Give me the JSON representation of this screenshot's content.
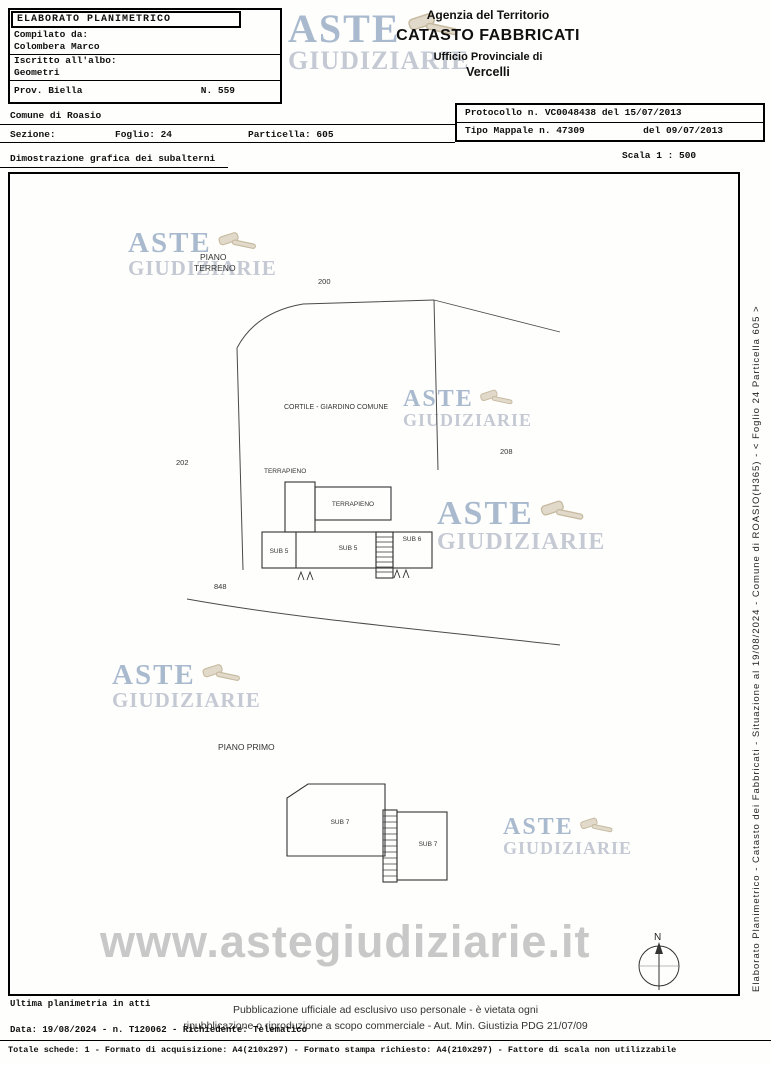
{
  "header": {
    "left_box": {
      "title": "ELABORATO PLANIMETRICO",
      "compilato_label": "Compilato da:",
      "compilato_value": "Colombera Marco",
      "iscritto_label": "Iscritto all'albo:",
      "iscritto_value": "Geometri",
      "prov": "Prov. Biella",
      "numero": "N. 559"
    },
    "agency": {
      "line1": "Agenzia del Territorio",
      "line2": "CATASTO FABBRICATI",
      "line3": "Ufficio Provinciale di",
      "line4": "Vercelli"
    },
    "protocol": {
      "row1": "Protocollo n. VC0048438 del 15/07/2013",
      "row2_left": "Tipo Mappale n. 47309",
      "row2_right": "del 09/07/2013"
    },
    "location": {
      "comune": "Comune di Roasio",
      "sezione": "Sezione:",
      "foglio": "Foglio: 24",
      "particella": "Particella: 605"
    },
    "subtitle": "Dimostrazione grafica dei subalterni",
    "scale": "Scala 1 : 500"
  },
  "watermark": {
    "line1": "ASTE",
    "line2": "GIUDIZIARIE",
    "url": "www.astegiudiziarie.it"
  },
  "plan": {
    "piano_terreno_line1": "PIANO",
    "piano_terreno_line2": "TERRENO",
    "piano_primo": "PIANO PRIMO",
    "parcel_200": "200",
    "parcel_202": "202",
    "parcel_208": "208",
    "parcel_848": "848",
    "cortile": "CORTILE - GIARDINO COMUNE",
    "terrapieno_1": "TERRAPIENO",
    "terrapieno_2": "TERRAPIENO",
    "sub5_left": "SUB 5",
    "sub5_center": "SUB 5",
    "sub6": "SUB 6",
    "sub7_left": "SUB 7",
    "sub7_right": "SUB 7",
    "compass": "N"
  },
  "sidebar_text": "Elaborato Planimetrico - Catasto dei Fabbricati - Situazione al 19/08/2024 - Comune di ROASIO(H365) - < Foglio 24 Particella 605 >",
  "footer": {
    "ultima": "Ultima planimetria in atti",
    "pub_line1": "Pubblicazione ufficiale ad esclusivo uso personale - è vietata ogni",
    "pub_line2": "ripubblicazione o riproduzione a scopo commerciale - Aut. Min. Giustizia PDG 21/07/09",
    "data_line": "Data: 19/08/2024 - n. T120062 - Richiedente: Telematico",
    "totale": "Totale schede: 1 - Formato di acquisizione: A4(210x297) - Formato stampa richiesto: A4(210x297) - Fattore di scala non utilizzabile"
  }
}
